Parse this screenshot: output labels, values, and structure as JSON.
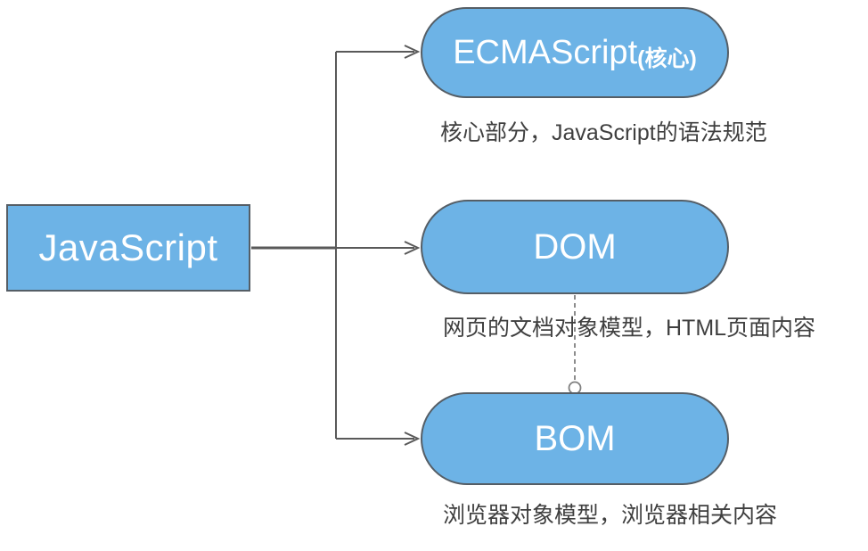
{
  "diagram": {
    "root_node": {
      "label": "JavaScript"
    },
    "branches": [
      {
        "id": "ecmascript",
        "label": "ECMAScript",
        "label_suffix": "(核心)",
        "description": "核心部分，JavaScript的语法规范"
      },
      {
        "id": "dom",
        "label": "DOM",
        "label_suffix": "",
        "description": "网页的文档对象模型，HTML页面内容"
      },
      {
        "id": "bom",
        "label": "BOM",
        "label_suffix": "",
        "description": "浏览器对象模型，浏览器相关内容"
      }
    ],
    "relations": [
      {
        "from": "javascript",
        "to": "ecmascript",
        "style": "solid-arrow"
      },
      {
        "from": "javascript",
        "to": "dom",
        "style": "solid-arrow"
      },
      {
        "from": "javascript",
        "to": "bom",
        "style": "solid-arrow"
      },
      {
        "from": "dom",
        "to": "bom",
        "style": "dashed-circle-anchor"
      }
    ],
    "colors": {
      "node_fill": "#6db3e6",
      "node_border": "#555e66",
      "connector": "#595959",
      "node_text": "#ffffff",
      "description_text": "#3f3f3f",
      "background": "#ffffff"
    }
  }
}
